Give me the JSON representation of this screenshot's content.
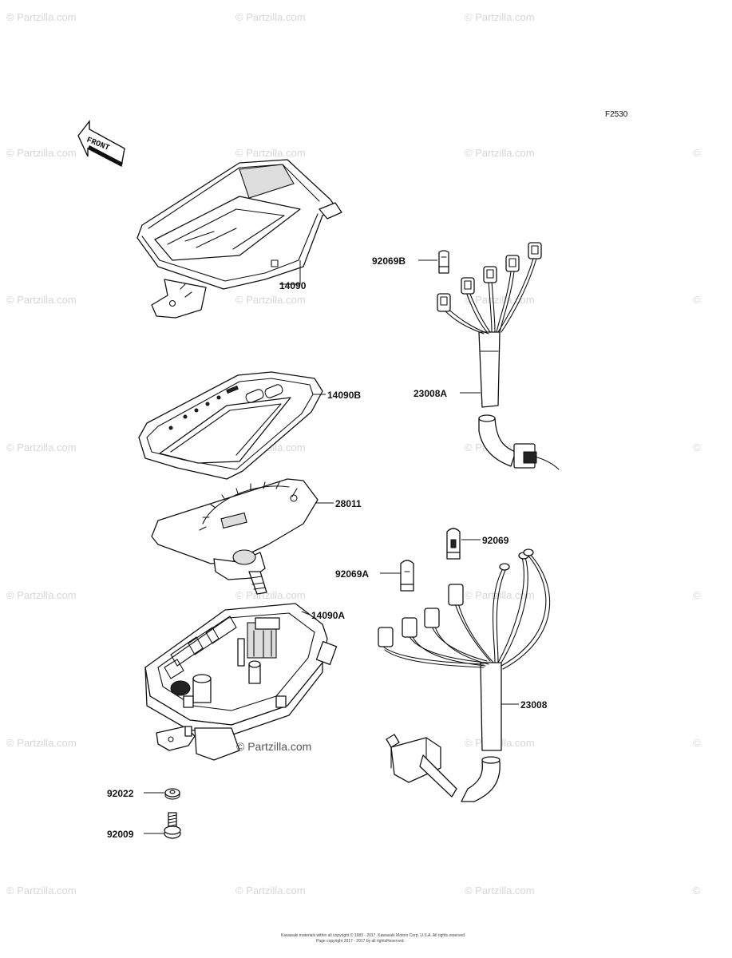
{
  "figure_code": "F2530",
  "front_label": "FRONT",
  "center_watermark": "© Partzilla.com",
  "watermark_text": "© Partzilla.com",
  "parts": [
    {
      "id": "14090",
      "label": "14090"
    },
    {
      "id": "14090B",
      "label": "14090B"
    },
    {
      "id": "28011",
      "label": "28011"
    },
    {
      "id": "14090A",
      "label": "14090A"
    },
    {
      "id": "92022",
      "label": "92022"
    },
    {
      "id": "92009",
      "label": "92009"
    },
    {
      "id": "92069B",
      "label": "92069B"
    },
    {
      "id": "23008A",
      "label": "23008A"
    },
    {
      "id": "92069",
      "label": "92069"
    },
    {
      "id": "92069A",
      "label": "92069A"
    },
    {
      "id": "23008",
      "label": "23008"
    }
  ],
  "footer": {
    "line1": "Kawasaki materials within all copyright © 1983 - 2017. Kawasaki Motors Corp. U.S.A. All rights reserved.",
    "line2": "Page copyright 2017 - 2017 by all rightsReserved"
  }
}
